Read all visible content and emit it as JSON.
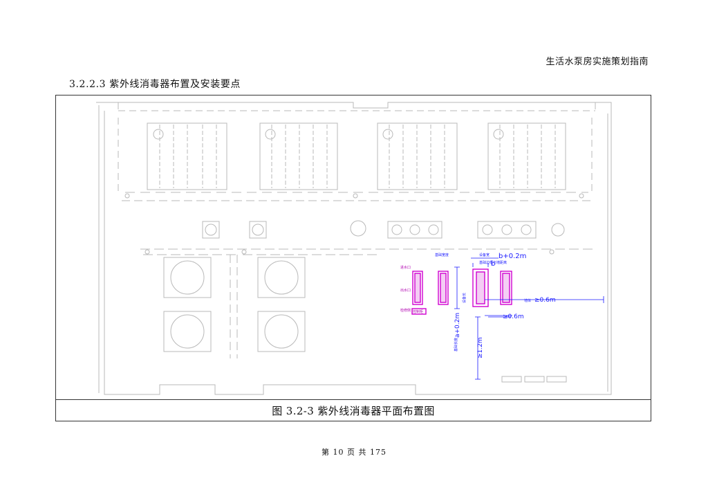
{
  "header": {
    "doc_title": "生活水泵房实施策划指南"
  },
  "section": {
    "title": "3.2.2.3 紫外线消毒器布置及安装要点"
  },
  "figure": {
    "caption": "图 3.2-3 紫外线消毒器平面布置图",
    "dimensions": {
      "b_plus": "b+0.2m",
      "b": "b",
      "side_clear": "≥0.6m",
      "wall_clear": "≥0.6m",
      "a_plus": "a+0.2m",
      "c_clear": "≥1.2m",
      "top_width_label": "基础宽度",
      "device_width_label": "设备宽",
      "device_length_label": "设备长",
      "base_length_label": "基础长度",
      "wall_label": "墙体",
      "frame_label": "基础边框与墙距离",
      "inlet_label": "进水口",
      "outlet_label": "出水口",
      "control_label": "控制柜",
      "drain_label": "检修侧"
    },
    "colors": {
      "magenta": "#d000d0",
      "blue": "#1a1aff",
      "gray": "#b8b8b8"
    }
  },
  "footer": {
    "page_label": "第 10 页 共 175"
  }
}
